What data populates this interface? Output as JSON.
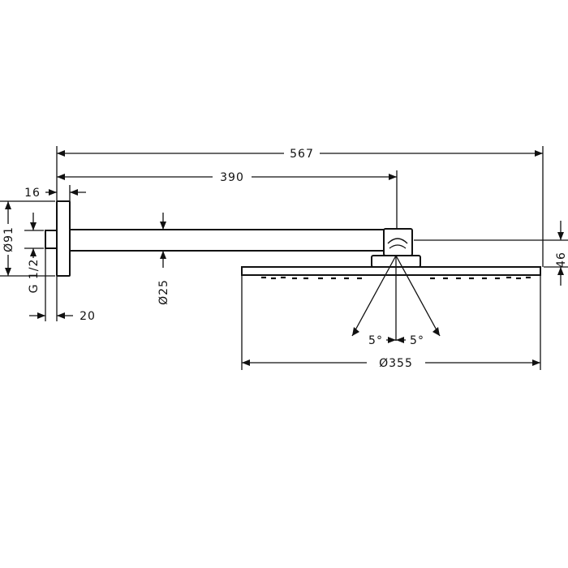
{
  "dimensions": {
    "overall_length": "567",
    "arm_length": "390",
    "flange_thickness": "16",
    "flange_diameter": "Ø91",
    "thread": "G 1/2",
    "thread_length": "20",
    "arm_diameter": "Ø25",
    "head_height": "46",
    "tilt_left": "5°",
    "tilt_right": "5°",
    "head_diameter": "Ø355"
  },
  "colors": {
    "line": "#111111",
    "background": "#ffffff"
  }
}
